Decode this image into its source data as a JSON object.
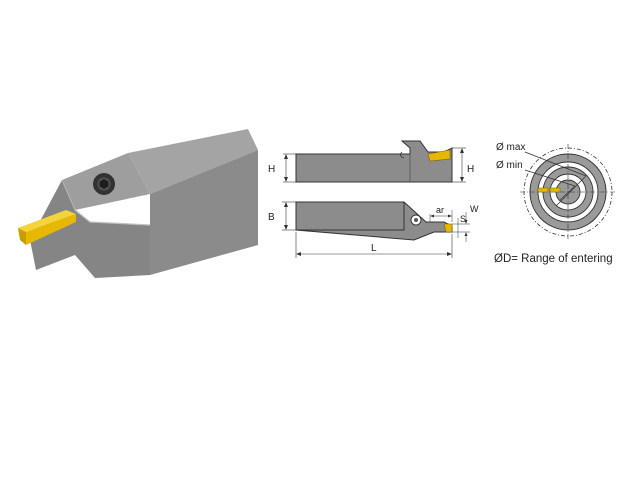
{
  "side_view": {
    "H_left": "H",
    "H_right": "H"
  },
  "top_view": {
    "B": "B",
    "L": "L",
    "ar": "ar",
    "S": "S",
    "W": "W"
  },
  "circle_view": {
    "max_label": "Ø max",
    "min_label": "Ø min",
    "note": "ØD= Range of entering"
  },
  "colors": {
    "body_grey": "#8f8f8f",
    "body_dark": "#6e6e6e",
    "insert_gold": "#e6b800",
    "line": "#333333"
  }
}
